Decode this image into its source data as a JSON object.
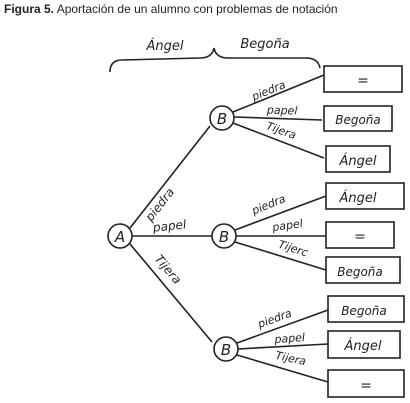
{
  "caption": {
    "label": "Figura 5.",
    "text": "Aportación de un alumno con problemas de notación"
  },
  "header": {
    "left": "Ángel",
    "right": "Begoña"
  },
  "root": {
    "label": "A"
  },
  "first_level_branches": [
    "piedra",
    "papel",
    "Tijera"
  ],
  "nodes": [
    {
      "label": "B",
      "branches": [
        "piedra",
        "papel",
        "Tijera"
      ],
      "outcomes": [
        "=",
        "Begoña",
        "Ángel"
      ]
    },
    {
      "label": "B",
      "branches": [
        "piedra",
        "papel",
        "Tijerc"
      ],
      "outcomes": [
        "Ángel",
        "=",
        "Begoña"
      ]
    },
    {
      "label": "B",
      "branches": [
        "piedra",
        "papel",
        "Tijera"
      ],
      "outcomes": [
        "Begoña",
        "Ángel",
        "="
      ]
    }
  ]
}
